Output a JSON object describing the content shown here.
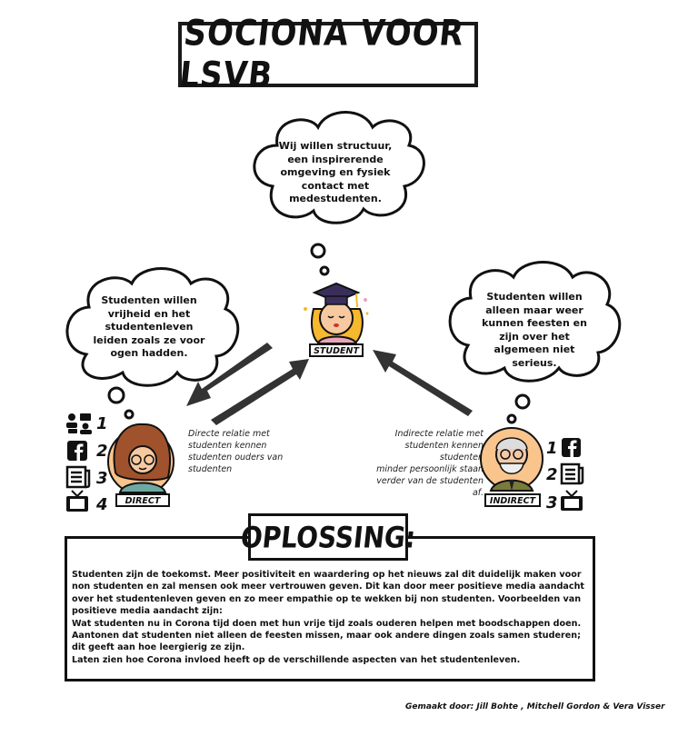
{
  "title": "SOCIONA VOOR LSVB",
  "clouds": {
    "top": [
      "Wij willen structuur,",
      "een inspirerende",
      "omgeving en fysiek",
      "contact met",
      "medestudenten."
    ],
    "left": [
      "Studenten willen",
      "vrijheid en het",
      "studentenleven",
      "leiden zoals ze voor",
      "ogen hadden."
    ],
    "right": [
      "Studenten willen",
      "alleen maar weer",
      "kunnen feesten en",
      "zijn over het",
      "algemeen niet",
      "serieus."
    ]
  },
  "labels": {
    "student": "STUDENT",
    "direct": "DIRECT",
    "indirect": "INDIRECT"
  },
  "relations": {
    "direct": [
      "Directe relatie met",
      "studenten kennen",
      "studenten ouders van",
      "studenten"
    ],
    "indirect": [
      "Indirecte relatie met",
      "studenten kennen studenten",
      "minder persoonlijk staan",
      "verder van de studenten af."
    ]
  },
  "direct_ranking": [
    {
      "num": "1",
      "icon": "social-media-icon"
    },
    {
      "num": "2",
      "icon": "facebook-icon"
    },
    {
      "num": "3",
      "icon": "newspaper-icon"
    },
    {
      "num": "4",
      "icon": "tv-icon"
    }
  ],
  "indirect_ranking": [
    {
      "num": "1",
      "icon": "facebook-icon"
    },
    {
      "num": "2",
      "icon": "newspaper-icon"
    },
    {
      "num": "3",
      "icon": "tv-icon"
    }
  ],
  "solution": {
    "title": "OPLOSSING:",
    "lines": [
      "Studenten zijn de toekomst. Meer positiviteit en waardering op het nieuws zal dit duidelijk maken voor non studenten en zal mensen ook meer vertrouwen geven. Dit kan door meer positieve media aandacht over het studentenleven geven en zo meer empathie op te wekken bij non studenten. Voorbeelden van positieve media aandacht zijn:",
      "Wat studenten nu in Corona tijd doen met hun vrije tijd zoals ouderen helpen met boodschappen doen.",
      "Aantonen dat studenten niet alleen de feesten missen, maar ook andere dingen zoals samen studeren; dit geeft aan hoe leergierig ze zijn.",
      "Laten zien hoe Corona invloed heeft op de verschillende aspecten van het studentenleven."
    ]
  },
  "credits": "Gemaakt door: Jill Bohte , Mitchell Gordon & Vera Visser"
}
